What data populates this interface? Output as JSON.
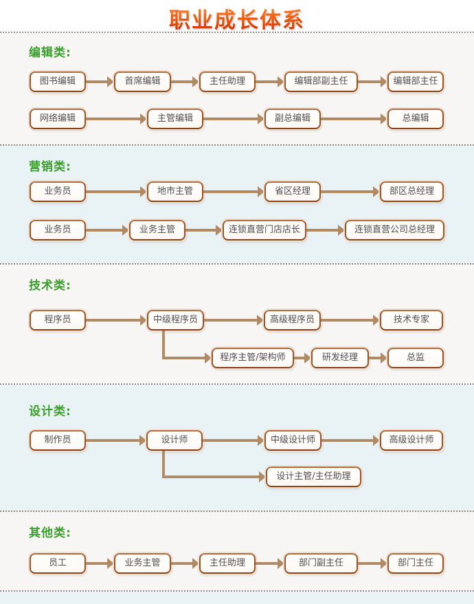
{
  "title": "职业成长体系",
  "colors": {
    "title_orange": "#e8470a",
    "label_green": "#3a9e2c",
    "box_border_brown": "#9c5426",
    "box_text_gray": "#4f4f4f",
    "arrow_tan": "#b08a64",
    "section_gray_bg": "#f7f6f4",
    "section_blue_bg": "#e9f2f5",
    "divider_dot_gray": "#8f8b86"
  },
  "sections": [
    {
      "label": "编辑类:",
      "rows": [
        {
          "nodes": [
            "图书编辑",
            "首席编辑",
            "主任助理",
            "编辑部副主任",
            "编辑部主任"
          ]
        },
        {
          "nodes": [
            "网络编辑",
            "主管编辑",
            "副总编辑",
            "总编辑"
          ]
        }
      ]
    },
    {
      "label": "营销类:",
      "rows": [
        {
          "nodes": [
            "业务员",
            "地市主管",
            "省区经理",
            "部区总经理"
          ]
        },
        {
          "nodes": [
            "业务员",
            "业务主管",
            "连锁直营门店店长",
            "连锁直营公司总经理"
          ]
        }
      ]
    },
    {
      "label": "技术类:",
      "rows": [
        {
          "nodes": [
            "程序员",
            "中级程序员",
            "高级程序员",
            "技术专家"
          ]
        },
        {
          "branch_from": "中级程序员",
          "nodes": [
            "程序主管/架构师",
            "研发经理",
            "总监"
          ]
        }
      ]
    },
    {
      "label": "设计类:",
      "rows": [
        {
          "nodes": [
            "制作员",
            "设计师",
            "中级设计师",
            "高级设计师"
          ]
        },
        {
          "branch_from": "设计师",
          "nodes": [
            "设计主管/主任助理"
          ]
        }
      ]
    },
    {
      "label": "其他类:",
      "rows": [
        {
          "nodes": [
            "员工",
            "业务主管",
            "主任助理",
            "部门副主任",
            "部门主任"
          ]
        }
      ]
    }
  ]
}
